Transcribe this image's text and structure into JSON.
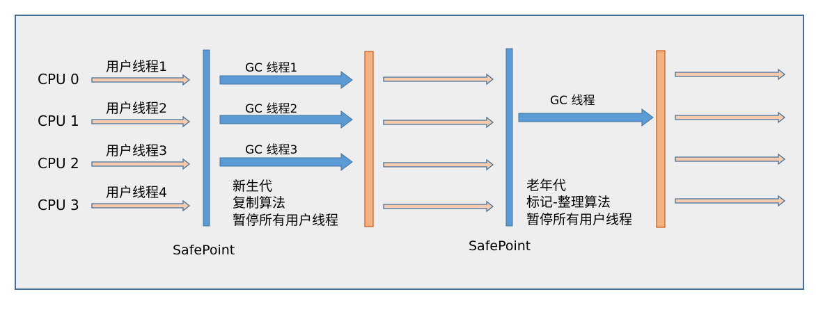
{
  "colors": {
    "panel_fill": "#eeeeee",
    "panel_border": "#41719c",
    "blue": "#5b9bd5",
    "blue_border": "#41719c",
    "peach": "#f4b183",
    "peach_border": "#c55a11",
    "user_arrow_fill": "#f8cbad",
    "user_arrow_border": "#41719c"
  },
  "cpus": [
    "CPU 0",
    "CPU 1",
    "CPU 2",
    "CPU 3"
  ],
  "user_threads": [
    "用户线程1",
    "用户线程2",
    "用户线程3",
    "用户线程4"
  ],
  "young_gc": {
    "threads": [
      "GC 线程1",
      "GC 线程2",
      "GC 线程3"
    ],
    "notes": [
      "新生代",
      "复制算法",
      "暂停所有用户线程"
    ]
  },
  "old_gc": {
    "thread": "GC 线程",
    "notes": [
      "老年代",
      "标记-整理算法",
      "暂停所有用户线程"
    ]
  },
  "safepoints": [
    "SafePoint",
    "SafePoint"
  ]
}
